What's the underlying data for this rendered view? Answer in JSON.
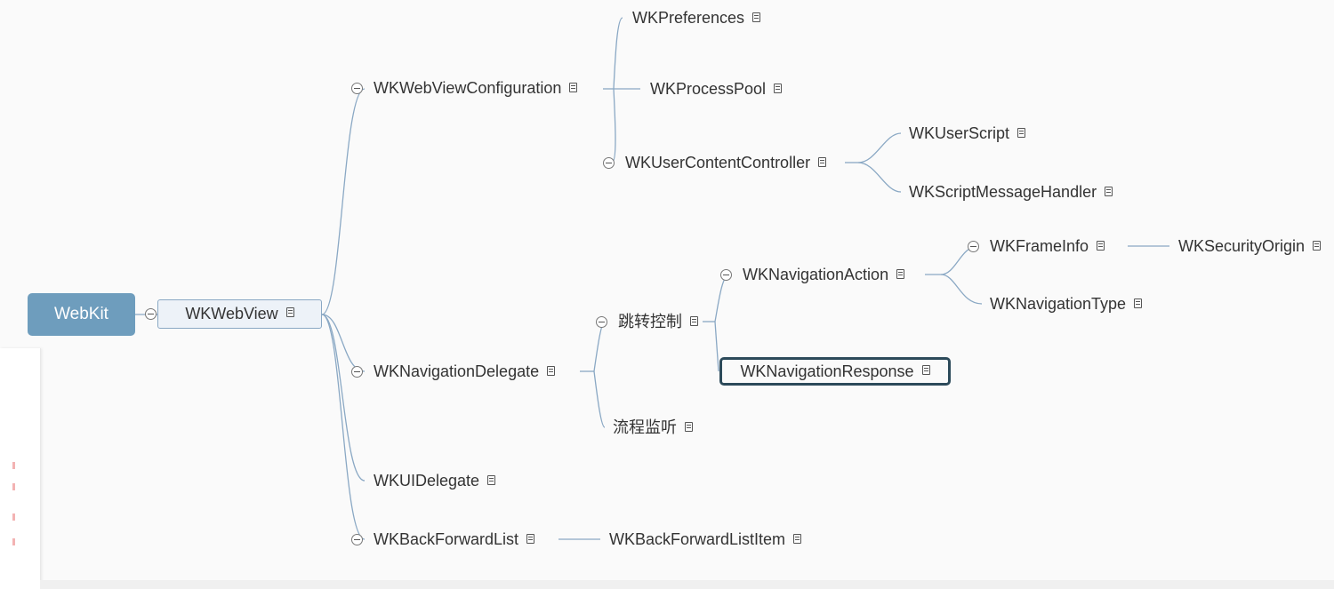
{
  "mindmap": {
    "root": "WebKit",
    "main_topic": "WKWebView",
    "configuration": {
      "label": "WKWebViewConfiguration",
      "preferences": "WKPreferences",
      "process_pool": "WKProcessPool",
      "user_content_controller": {
        "label": "WKUserContentController",
        "user_script": "WKUserScript",
        "script_message_handler": "WKScriptMessageHandler"
      }
    },
    "navigation_delegate": {
      "label": "WKNavigationDelegate",
      "jump_control": {
        "label": "跳转控制",
        "navigation_action": {
          "label": "WKNavigationAction",
          "frame_info": {
            "label": "WKFrameInfo",
            "security_origin": "WKSecurityOrigin"
          },
          "navigation_type": "WKNavigationType"
        },
        "navigation_response": "WKNavigationResponse"
      },
      "process_monitor": "流程监听"
    },
    "ui_delegate": "WKUIDelegate",
    "back_forward_list": {
      "label": "WKBackForwardList",
      "item": "WKBackForwardListItem"
    }
  },
  "colors": {
    "connector": "#8aa8c4",
    "root_fill": "#6e9dbd",
    "selected_border": "#2c4a5a",
    "background": "#fafafa"
  }
}
